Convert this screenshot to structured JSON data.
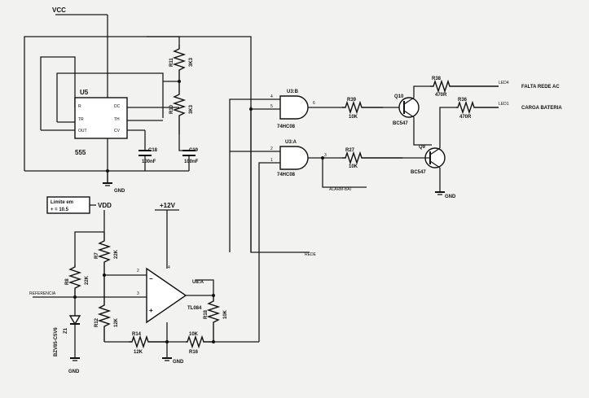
{
  "labels": {
    "vcc": "VCC",
    "vdd": "VDD",
    "plus12v": "+12V",
    "gnd": "GND",
    "timer_ref": "U5",
    "timer_type": "555",
    "c18": "C18",
    "c18_val": "100nF",
    "c19": "C19",
    "c19_val": "100nF",
    "r11": "R11",
    "r11_val": "3K3",
    "r10": "R10",
    "r10_val": "3K3",
    "gate_b_ref": "U3:B",
    "gate_b_type": "74HC08",
    "gate_a_ref": "U3:A",
    "gate_a_type": "74HC08",
    "r39": "R39",
    "r39_val": "10K",
    "r27": "R27",
    "r27_val": "10K",
    "q10": "Q10",
    "q10_type": "BC547",
    "q9": "Q9",
    "q9_type": "BC547",
    "r38": "R38",
    "r38_val": "470R",
    "r36": "R36",
    "r36_val": "470R",
    "led4": "LED4",
    "led1": "LED1",
    "falta_rede": "FALTA REDE AC",
    "carga_bateria": "CARGA BATERIA",
    "alarm_bat": "ALARM-BAT",
    "rede": "REDE",
    "limite_title": "Limite em",
    "limite_val": "+ = 10.5",
    "r7": "R7",
    "r7_val": "22K",
    "r8": "R8",
    "r8_val": "22K",
    "r12": "R12",
    "r12_val": "12K",
    "r14": "R14",
    "r14_val": "12K",
    "r16": "R16",
    "r16_val": "10K",
    "r18": "R18",
    "r18_val": "10K",
    "zener": "Z1",
    "zener_val": "BZV85-C5V6",
    "opamp_ref": "U8:A",
    "opamp_type": "TL084",
    "referencia": "REFERENCIA"
  }
}
